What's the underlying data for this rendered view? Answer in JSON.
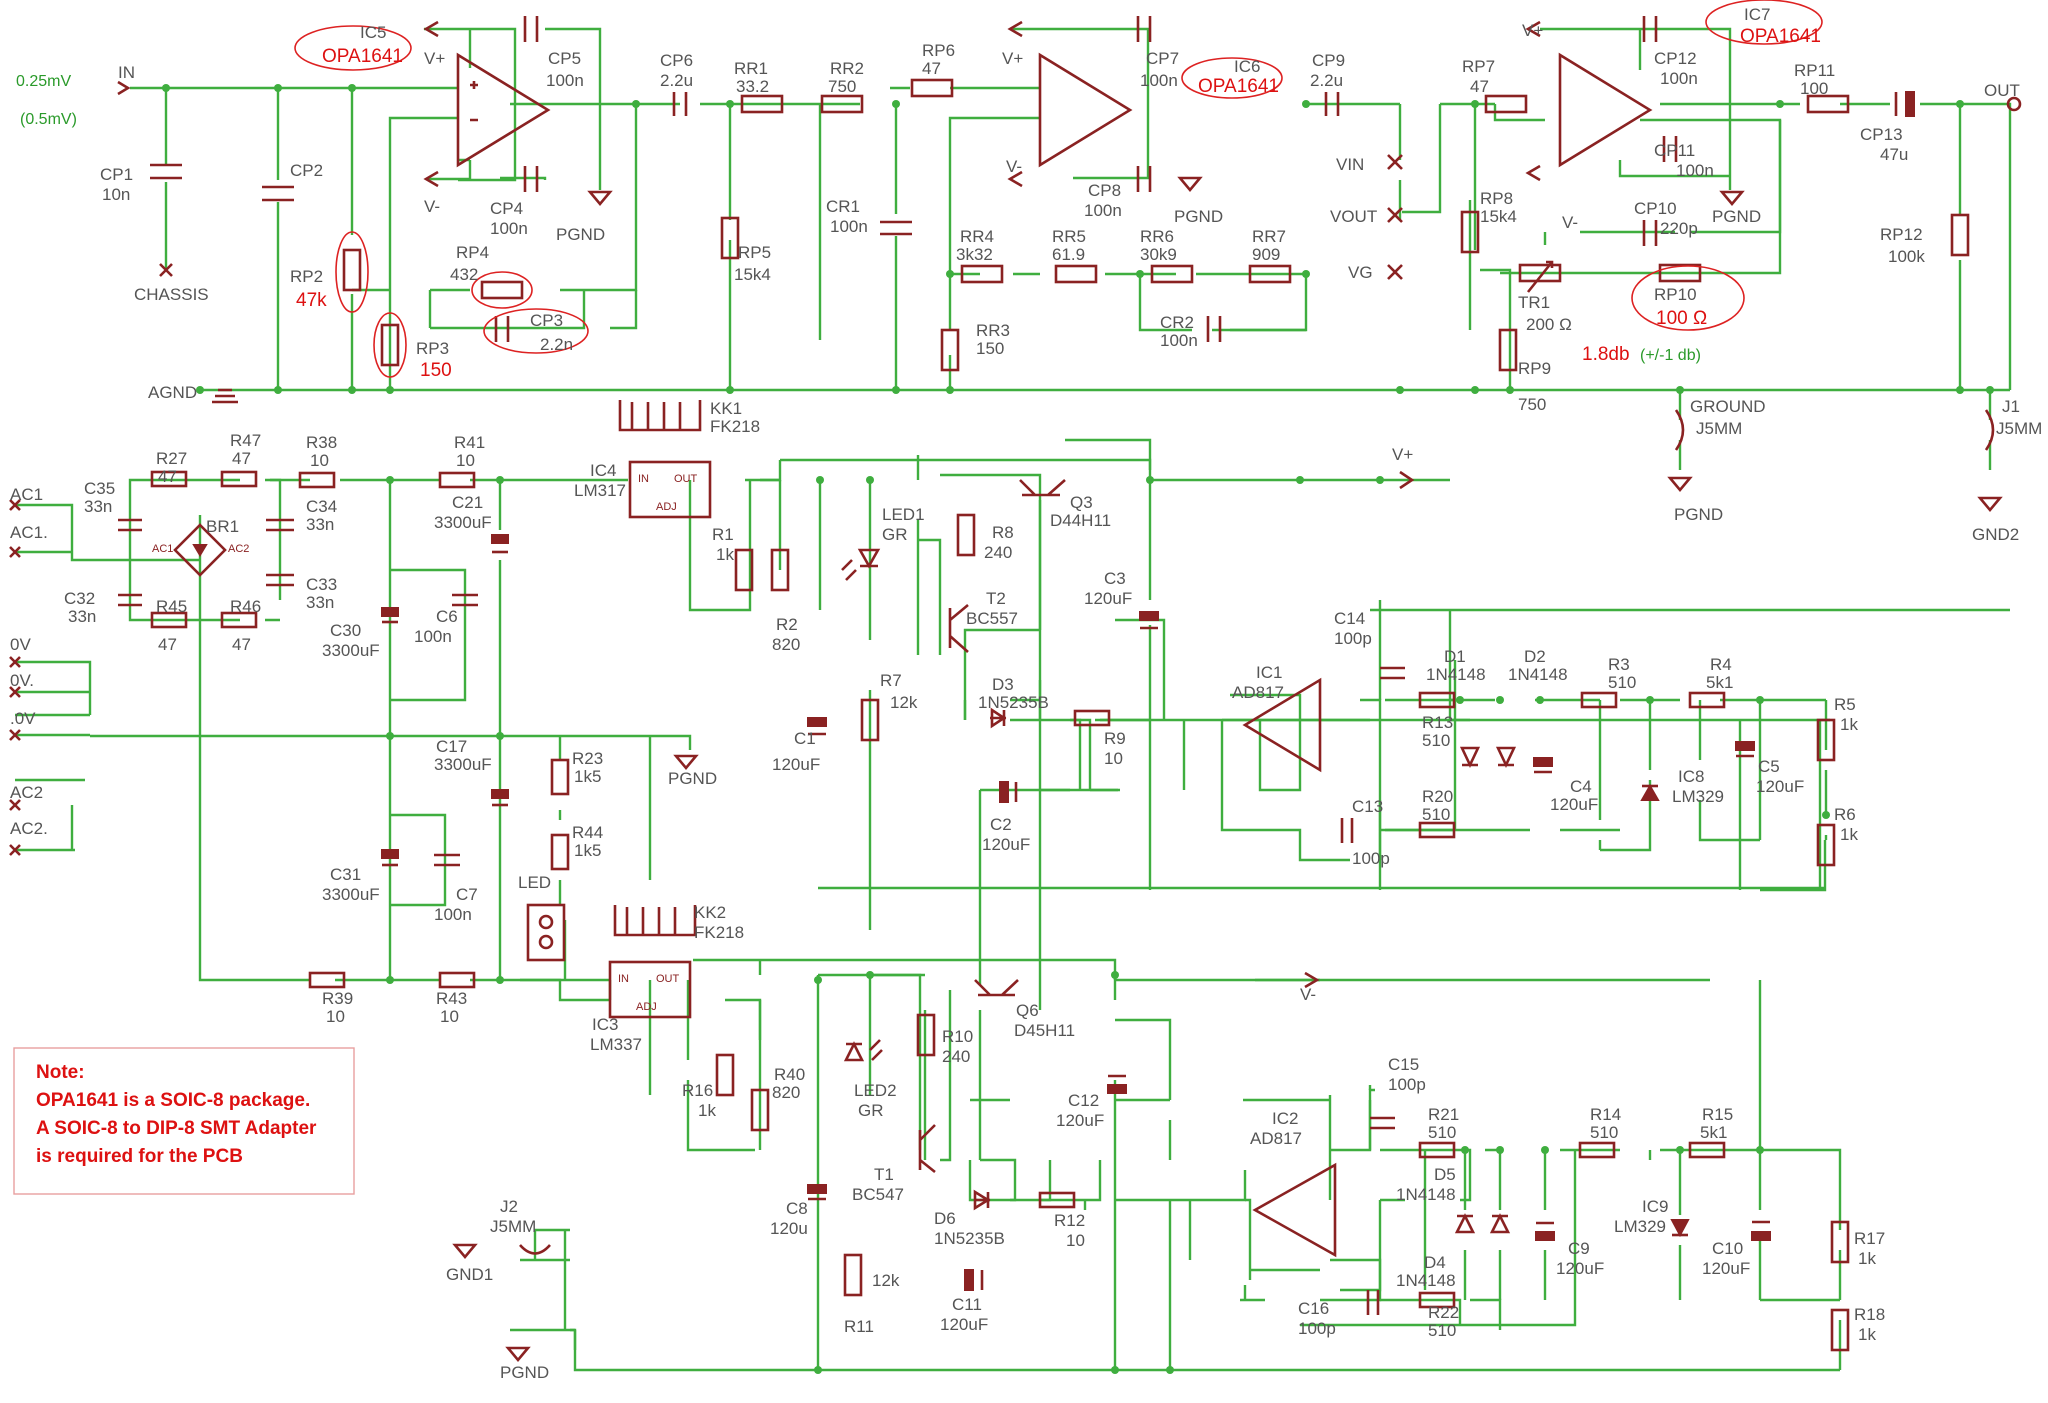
{
  "sig": {
    "s025": "0.25mV",
    "s05": "(0.5mV)",
    "in": "IN",
    "out": "OUT"
  },
  "stage1": {
    "ic": "IC5",
    "ic_val": "OPA1641",
    "cp1": "CP1",
    "cp1v": "10n",
    "chassis": "CHASSIS",
    "cp2": "CP2",
    "rp2": "RP2",
    "rp2v": "47k",
    "rp3": "RP3",
    "rp3v": "150",
    "rp4": "RP4",
    "rp4v": "432",
    "cp3": "CP3",
    "cp3v": "2.2n",
    "cp4": "CP4",
    "cp4v": "100n",
    "cp5": "CP5",
    "cp5v": "100n",
    "pgnd": "PGND",
    "vp": "V+",
    "vm": "V-",
    "agnd": "AGND"
  },
  "stage2": {
    "cp6": "CP6",
    "cp6v": "2.2u",
    "rr1": "RR1",
    "rr1v": "33.2",
    "rr2": "RR2",
    "rr2v": "750",
    "rp5": "RP5",
    "rp5v": "15k4",
    "cr1": "CR1",
    "cr1v": "100n",
    "rp6": "RP6",
    "rp6v": "47",
    "ic": "IC6",
    "ic_val": "OPA1641",
    "cp7": "CP7",
    "cp7v": "100n",
    "cp8": "CP8",
    "cp8v": "100n",
    "pgnd": "PGND",
    "rr4": "RR4",
    "rr4v": "3k32",
    "rr5": "RR5",
    "rr5v": "61.9",
    "rr6": "RR6",
    "rr6v": "30k9",
    "rr7": "RR7",
    "rr7v": "909",
    "cr2": "CR2",
    "cr2v": "100n",
    "rr3": "RR3",
    "rr3v": "150",
    "vp": "V+",
    "vm": "V-"
  },
  "stage3": {
    "cp9": "CP9",
    "cp9v": "2.2u",
    "vin": "VIN",
    "vout": "VOUT",
    "vg": "VG",
    "rp7": "RP7",
    "rp7v": "47",
    "rp8": "RP8",
    "rp8v": "15k4",
    "ic": "IC7",
    "ic_val": "OPA1641",
    "cp12": "CP12",
    "cp12v": "100n",
    "cp11": "CP11",
    "cp11v": "100n",
    "cp10": "CP10",
    "cp10v": "220p",
    "pgnd": "PGND",
    "tr1": "TR1",
    "tr1v": "200 Ω",
    "rp10": "RP10",
    "rp10v": "100 Ω",
    "rp9": "RP9",
    "rp9v": "750",
    "gain": "1.8db",
    "gain_tol": "(+/-1 db)",
    "rp11": "RP11",
    "rp11v": "100",
    "cp13": "CP13",
    "cp13v": "47u",
    "rp12": "RP12",
    "rp12v": "100k",
    "ground": "GROUND",
    "j5mm": "J5MM",
    "j1": "J1",
    "j1v": "J5MM",
    "pgnd2": "PGND",
    "gnd2": "GND2",
    "vp": "V+",
    "vm": "V-"
  },
  "psu_pos": {
    "ac1": "AC1",
    "ac1b": "AC1.",
    "c35": "C35",
    "c35v": "33n",
    "c32": "C32",
    "c32v": "33n",
    "r27": "R27",
    "r27v": "47",
    "r47": "R47",
    "r47v": "47",
    "r45": "R45",
    "r45v": "47",
    "r46": "R46",
    "r46v": "47",
    "br1": "BR1",
    "ac1p": "AC1",
    "ac2p": "AC2",
    "c34": "C34",
    "c34v": "33n",
    "c33": "C33",
    "c33v": "33n",
    "r38": "R38",
    "r38v": "10",
    "r41": "R41",
    "r41v": "10",
    "c21": "C21",
    "c21v": "3300uF",
    "c30": "C30",
    "c30v": "3300uF",
    "c6": "C6",
    "c6v": "100n",
    "kk1": "KK1",
    "kk1v": "FK218",
    "ic4": "IC4",
    "ic4v": "LM317",
    "in": "IN",
    "out": "OUT",
    "adj": "ADJ",
    "r1": "R1",
    "r1v": "1k",
    "r2": "R2",
    "r2v": "820",
    "c1": "C1",
    "c1v": "120uF",
    "led1": "LED1",
    "led1v": "GR",
    "r7": "R7",
    "r7v": "12k",
    "r8": "R8",
    "r8v": "240",
    "t2": "T2",
    "t2v": "BC557",
    "q3": "Q3",
    "q3v": "D44H11",
    "d3": "D3",
    "d3v": "1N5235B",
    "c2": "C2",
    "c2v": "120uF",
    "r9": "R9",
    "r9v": "10",
    "c3": "C3",
    "c3v": "120uF",
    "vp": "V+",
    "ic1": "IC1",
    "ic1v": "AD817",
    "c14": "C14",
    "c14v": "100p",
    "c13": "C13",
    "c13v": "100p",
    "d1": "D1",
    "d1v": "1N4148",
    "d2": "D2",
    "d2v": "1N4148",
    "r13": "R13",
    "r13v": "510",
    "r20": "R20",
    "r20v": "510",
    "r3": "R3",
    "r3v": "510",
    "r4": "R4",
    "r4v": "5k1",
    "c4": "C4",
    "c4v": "120uF",
    "ic8": "IC8",
    "ic8v": "LM329",
    "c5": "C5",
    "c5v": "120uF",
    "r5": "R5",
    "r5v": "1k",
    "r6": "R6",
    "r6v": "1k"
  },
  "psu_mid": {
    "v0": "0V",
    "v0b": "0V.",
    "v0c": ".0V",
    "ac2": "AC2",
    "ac2b": "AC2.",
    "c17": "C17",
    "c17v": "3300uF",
    "c31": "C31",
    "c31v": "3300uF",
    "c7": "C7",
    "c7v": "100n",
    "r23": "R23",
    "r23v": "1k5",
    "r44": "R44",
    "r44v": "1k5",
    "led": "LED",
    "pgnd": "PGND"
  },
  "psu_neg": {
    "r39": "R39",
    "r39v": "10",
    "r43": "R43",
    "r43v": "10",
    "kk2": "KK2",
    "kk2v": "FK218",
    "ic3": "IC3",
    "ic3v": "LM337",
    "in": "IN",
    "out": "OUT",
    "adj": "ADJ",
    "r16": "R16",
    "r16v": "1k",
    "r40": "R40",
    "r40v": "820",
    "c8": "C8",
    "c8v": "120u",
    "led2": "LED2",
    "led2v": "GR",
    "r11": "R11",
    "r11v": "12k",
    "r10": "R10",
    "r10v": "240",
    "t1": "T1",
    "t1v": "BC547",
    "q6": "Q6",
    "q6v": "D45H11",
    "d6": "D6",
    "d6v": "1N5235B",
    "c11": "C11",
    "c11v": "120uF",
    "r12": "R12",
    "r12v": "10",
    "c12": "C12",
    "c12v": "120uF",
    "vm": "V-",
    "ic2": "IC2",
    "ic2v": "AD817",
    "c15": "C15",
    "c15v": "100p",
    "c16": "C16",
    "c16v": "100p",
    "r21": "R21",
    "r21v": "510",
    "r22": "R22",
    "r22v": "510",
    "d5": "D5",
    "d5v": "1N4148",
    "d4": "D4",
    "d4v": "1N4148",
    "r14": "R14",
    "r14v": "510",
    "r15": "R15",
    "r15v": "5k1",
    "c9": "C9",
    "c9v": "120uF",
    "ic9": "IC9",
    "ic9v": "LM329",
    "c10": "C10",
    "c10v": "120uF",
    "r17": "R17",
    "r17v": "1k",
    "r18": "R18",
    "r18v": "1k",
    "j2": "J2",
    "j2v": "J5MM",
    "gnd1": "GND1",
    "pgnd": "PGND"
  },
  "note": {
    "l1": "Note:",
    "l2": "OPA1641 is a SOIC-8 package.",
    "l3": "A SOIC-8 to DIP-8 SMT Adapter",
    "l4": "is required for the PCB"
  },
  "colors": {
    "wire": "#3fae3f",
    "part": "#8a2222",
    "label": "#555555",
    "highlight": "#dd1111",
    "gain_note": "#2a9a2a"
  }
}
